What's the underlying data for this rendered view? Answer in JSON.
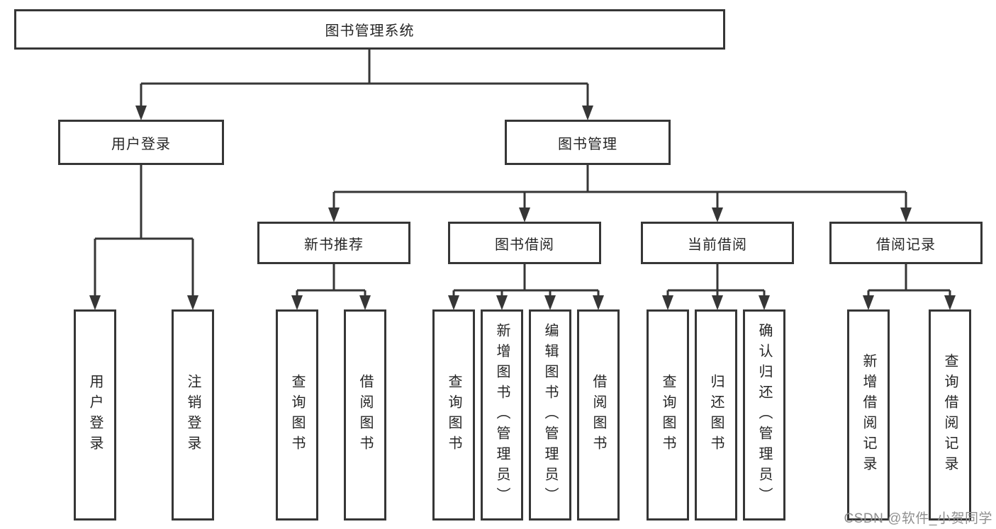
{
  "diagram": {
    "root": {
      "label": "图书管理系统"
    },
    "level2": [
      {
        "label": "用户登录"
      },
      {
        "label": "图书管理"
      }
    ],
    "level3": [
      {
        "label": "新书推荐",
        "parent": "图书管理"
      },
      {
        "label": "图书借阅",
        "parent": "图书管理"
      },
      {
        "label": "当前借阅",
        "parent": "图书管理"
      },
      {
        "label": "借阅记录",
        "parent": "图书管理"
      }
    ],
    "leaves": [
      {
        "label": "用户登录",
        "parent": "用户登录"
      },
      {
        "label": "注销登录",
        "parent": "用户登录"
      },
      {
        "label": "查询图书",
        "parent": "新书推荐"
      },
      {
        "label": "借阅图书",
        "parent": "新书推荐"
      },
      {
        "label": "查询图书",
        "parent": "图书借阅"
      },
      {
        "label": "新增图书（管理员）",
        "parent": "图书借阅"
      },
      {
        "label": "编辑图书（管理员）",
        "parent": "图书借阅"
      },
      {
        "label": "借阅图书",
        "parent": "图书借阅"
      },
      {
        "label": "查询图书",
        "parent": "当前借阅"
      },
      {
        "label": "归还图书",
        "parent": "当前借阅"
      },
      {
        "label": "确认归还（管理员）",
        "parent": "当前借阅"
      },
      {
        "label": "新增借阅记录",
        "parent": "借阅记录"
      },
      {
        "label": "查询借阅记录",
        "parent": "借阅记录"
      }
    ]
  },
  "watermark": {
    "text": "CSDN @软件_小贺同学"
  },
  "colors": {
    "line": "#363636",
    "text": "#262626",
    "watermark": "#8f8f8f",
    "background": "#ffffff"
  }
}
